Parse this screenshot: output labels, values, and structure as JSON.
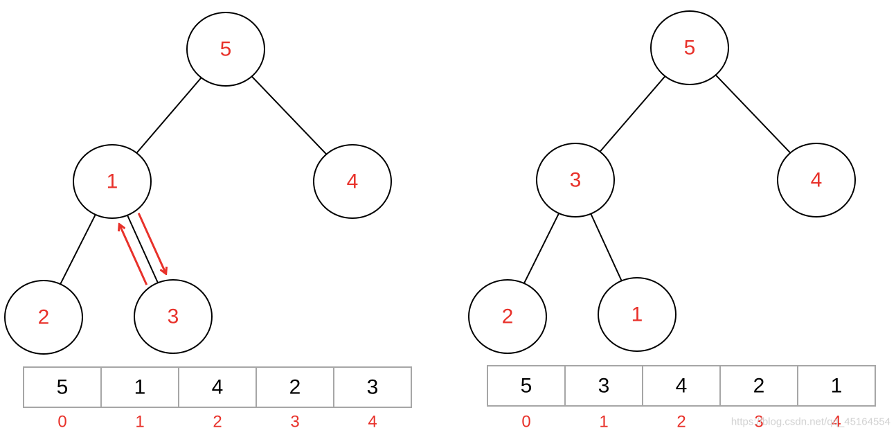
{
  "colors": {
    "label_red": "#e8312a",
    "value_black": "#000000",
    "line_black": "#000000",
    "cell_border": "#a6a6a6",
    "watermark_gray": "#d2d2d2"
  },
  "left_heap": {
    "nodes": [
      {
        "id": "n0",
        "label": "5"
      },
      {
        "id": "n1",
        "label": "1"
      },
      {
        "id": "n2",
        "label": "4"
      },
      {
        "id": "n3",
        "label": "2"
      },
      {
        "id": "n4",
        "label": "3"
      }
    ],
    "edges": [
      [
        "n0",
        "n1"
      ],
      [
        "n0",
        "n2"
      ],
      [
        "n1",
        "n3"
      ],
      [
        "n1",
        "n4"
      ]
    ],
    "swap_arrows": [
      {
        "from": "n4",
        "to": "n1",
        "meaning": "swap-up"
      },
      {
        "from": "n1",
        "to": "n4",
        "meaning": "swap-down"
      }
    ],
    "array_values": [
      "5",
      "1",
      "4",
      "2",
      "3"
    ],
    "array_indices": [
      "0",
      "1",
      "2",
      "3",
      "4"
    ]
  },
  "right_heap": {
    "nodes": [
      {
        "id": "n0",
        "label": "5"
      },
      {
        "id": "n1",
        "label": "3"
      },
      {
        "id": "n2",
        "label": "4"
      },
      {
        "id": "n3",
        "label": "2"
      },
      {
        "id": "n4",
        "label": "1"
      }
    ],
    "edges": [
      [
        "n0",
        "n1"
      ],
      [
        "n0",
        "n2"
      ],
      [
        "n1",
        "n3"
      ],
      [
        "n1",
        "n4"
      ]
    ],
    "array_values": [
      "5",
      "3",
      "4",
      "2",
      "1"
    ],
    "array_indices": [
      "0",
      "1",
      "2",
      "3",
      "4"
    ]
  },
  "watermark": "https://blog.csdn.net/qq_45164554"
}
